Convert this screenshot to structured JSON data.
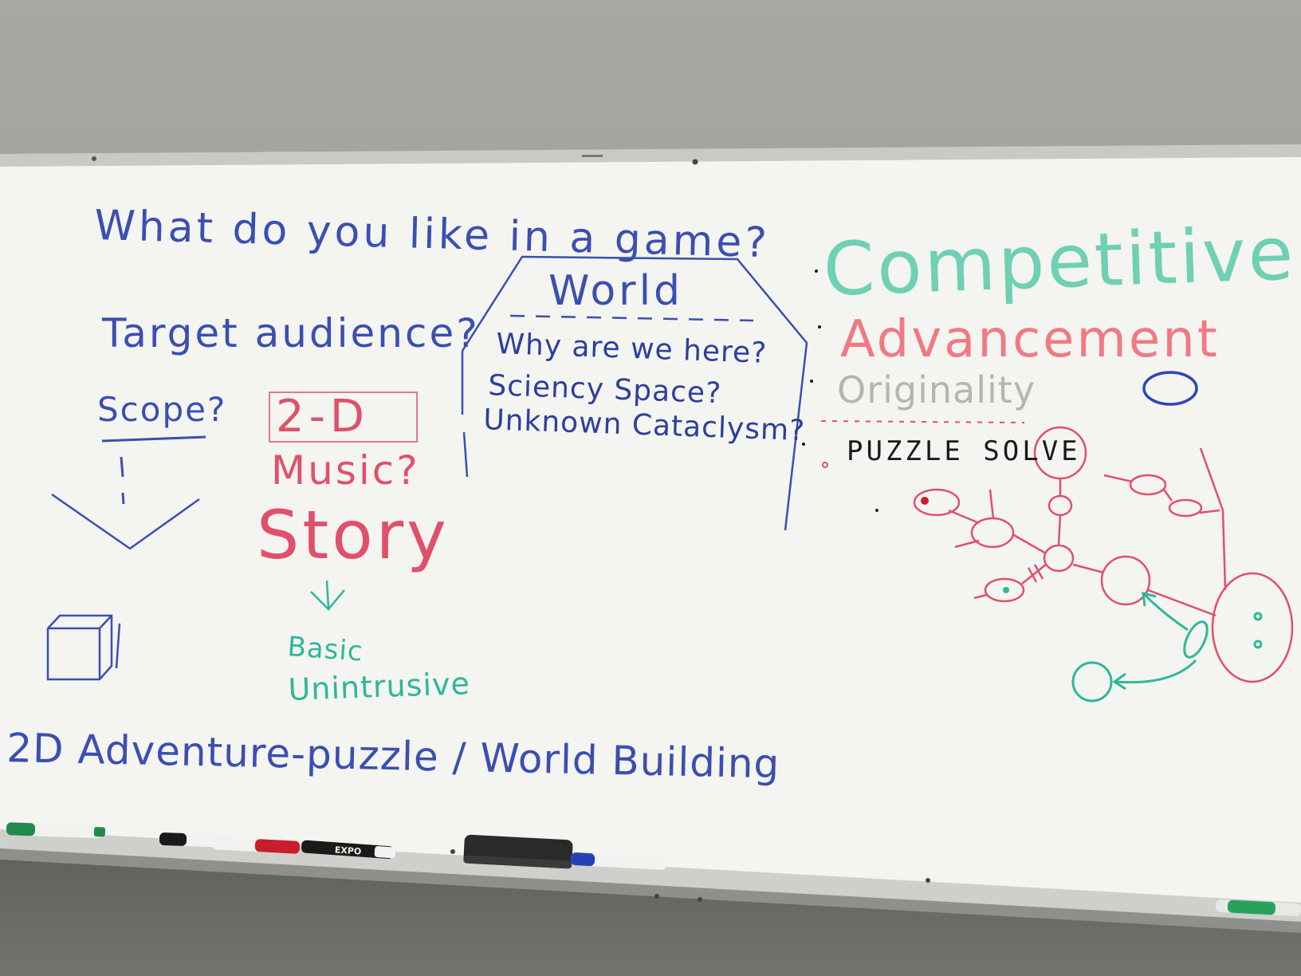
{
  "board": {
    "question": "What do you like in a game?",
    "target": "Target audience?",
    "scope": "Scope?",
    "two_d": "2-D",
    "music": "Music?",
    "story": "Story",
    "basic": "Basic",
    "unintrusive": "Unintrusive",
    "world_title": "World",
    "world_items": [
      "Why are we here?",
      "Sciency Space?",
      "Unknown Cataclysm?"
    ],
    "competitive": "Competitive",
    "advancement": "Advancement",
    "originality": "Originality",
    "puzzle": "PUZZLE SOLVE",
    "genre": "2D Adventure-puzzle / World Building",
    "marker_brand": "EXPO"
  },
  "colors": {
    "blue_marker": "#3b4fb0",
    "red_marker": "#e0506a",
    "green_marker": "#2fb79a",
    "black_marker": "#1a1a1a",
    "board_white": "#f4f4f1"
  }
}
